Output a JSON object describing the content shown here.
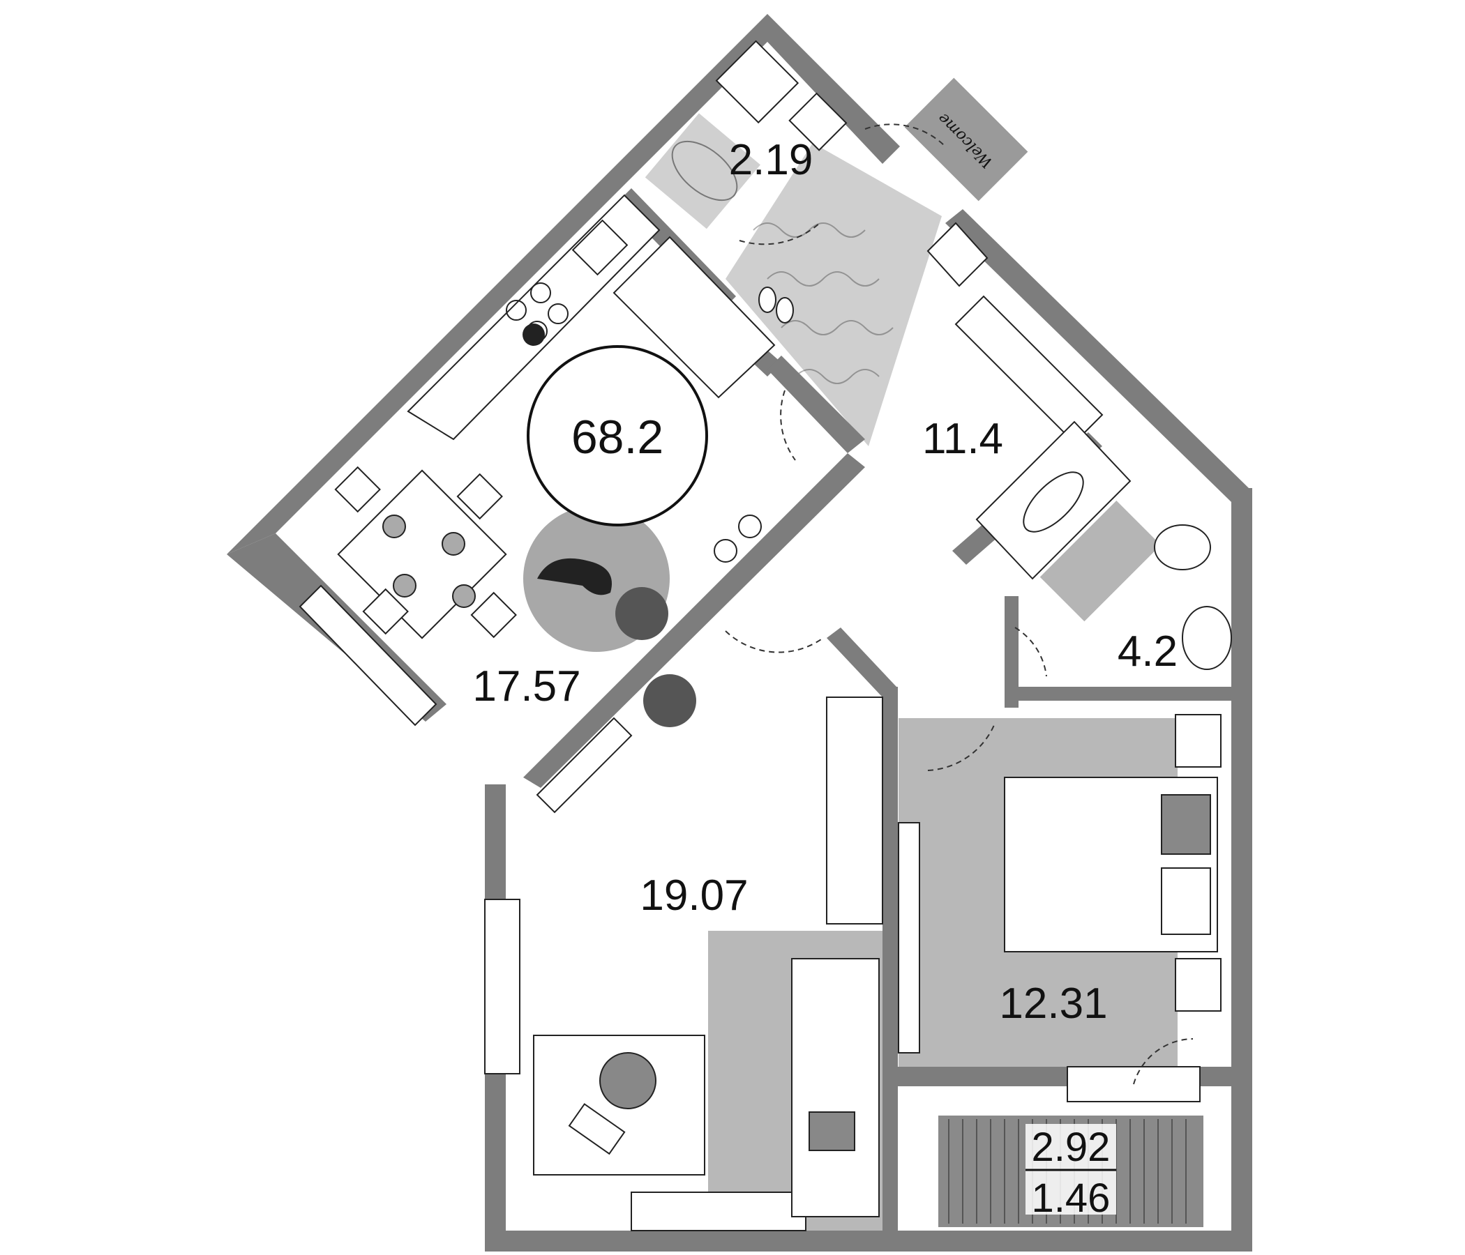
{
  "plan": {
    "total_area": "68.2",
    "rooms": {
      "kitchen_area": "17.57",
      "wc_area": "2.19",
      "hall_area": "11.4",
      "bath_area": "4.2",
      "living_area": "19.07",
      "bedroom_area": "12.31",
      "balcony_area_full": "2.92",
      "balcony_area_half": "1.46"
    },
    "doormat_text": "Welcome"
  },
  "colors": {
    "wall": "#7d7d7d",
    "floor_zone": "#b8b8b8",
    "background": "#ffffff"
  }
}
